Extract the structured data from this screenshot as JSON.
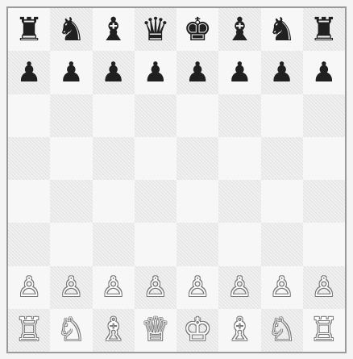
{
  "board": {
    "orientation": "white-bottom",
    "rows": [
      [
        {
          "piece": "♜",
          "color": "black",
          "name": "black-rook-icon"
        },
        {
          "piece": "♞",
          "color": "black",
          "name": "black-knight-icon"
        },
        {
          "piece": "♝",
          "color": "black",
          "name": "black-bishop-icon"
        },
        {
          "piece": "♛",
          "color": "black",
          "name": "black-queen-icon"
        },
        {
          "piece": "♚",
          "color": "black",
          "name": "black-king-icon"
        },
        {
          "piece": "♝",
          "color": "black",
          "name": "black-bishop-icon"
        },
        {
          "piece": "♞",
          "color": "black",
          "name": "black-knight-icon"
        },
        {
          "piece": "♜",
          "color": "black",
          "name": "black-rook-icon"
        }
      ],
      [
        {
          "piece": "♟",
          "color": "black",
          "name": "black-pawn-icon"
        },
        {
          "piece": "♟",
          "color": "black",
          "name": "black-pawn-icon"
        },
        {
          "piece": "♟",
          "color": "black",
          "name": "black-pawn-icon"
        },
        {
          "piece": "♟",
          "color": "black",
          "name": "black-pawn-icon"
        },
        {
          "piece": "♟",
          "color": "black",
          "name": "black-pawn-icon"
        },
        {
          "piece": "♟",
          "color": "black",
          "name": "black-pawn-icon"
        },
        {
          "piece": "♟",
          "color": "black",
          "name": "black-pawn-icon"
        },
        {
          "piece": "♟",
          "color": "black",
          "name": "black-pawn-icon"
        }
      ],
      [
        null,
        null,
        null,
        null,
        null,
        null,
        null,
        null
      ],
      [
        null,
        null,
        null,
        null,
        null,
        null,
        null,
        null
      ],
      [
        null,
        null,
        null,
        null,
        null,
        null,
        null,
        null
      ],
      [
        null,
        null,
        null,
        null,
        null,
        null,
        null,
        null
      ],
      [
        {
          "piece": "♙",
          "color": "white",
          "name": "white-pawn-icon"
        },
        {
          "piece": "♙",
          "color": "white",
          "name": "white-pawn-icon"
        },
        {
          "piece": "♙",
          "color": "white",
          "name": "white-pawn-icon"
        },
        {
          "piece": "♙",
          "color": "white",
          "name": "white-pawn-icon"
        },
        {
          "piece": "♙",
          "color": "white",
          "name": "white-pawn-icon"
        },
        {
          "piece": "♙",
          "color": "white",
          "name": "white-pawn-icon"
        },
        {
          "piece": "♙",
          "color": "white",
          "name": "white-pawn-icon"
        },
        {
          "piece": "♙",
          "color": "white",
          "name": "white-pawn-icon"
        }
      ],
      [
        {
          "piece": "♖",
          "color": "white",
          "name": "white-rook-icon"
        },
        {
          "piece": "♘",
          "color": "white",
          "name": "white-knight-icon"
        },
        {
          "piece": "♗",
          "color": "white",
          "name": "white-bishop-icon"
        },
        {
          "piece": "♕",
          "color": "white",
          "name": "white-queen-icon"
        },
        {
          "piece": "♔",
          "color": "white",
          "name": "white-king-icon"
        },
        {
          "piece": "♗",
          "color": "white",
          "name": "white-bishop-icon"
        },
        {
          "piece": "♘",
          "color": "white",
          "name": "white-knight-icon"
        },
        {
          "piece": "♖",
          "color": "white",
          "name": "white-rook-icon"
        }
      ]
    ]
  }
}
